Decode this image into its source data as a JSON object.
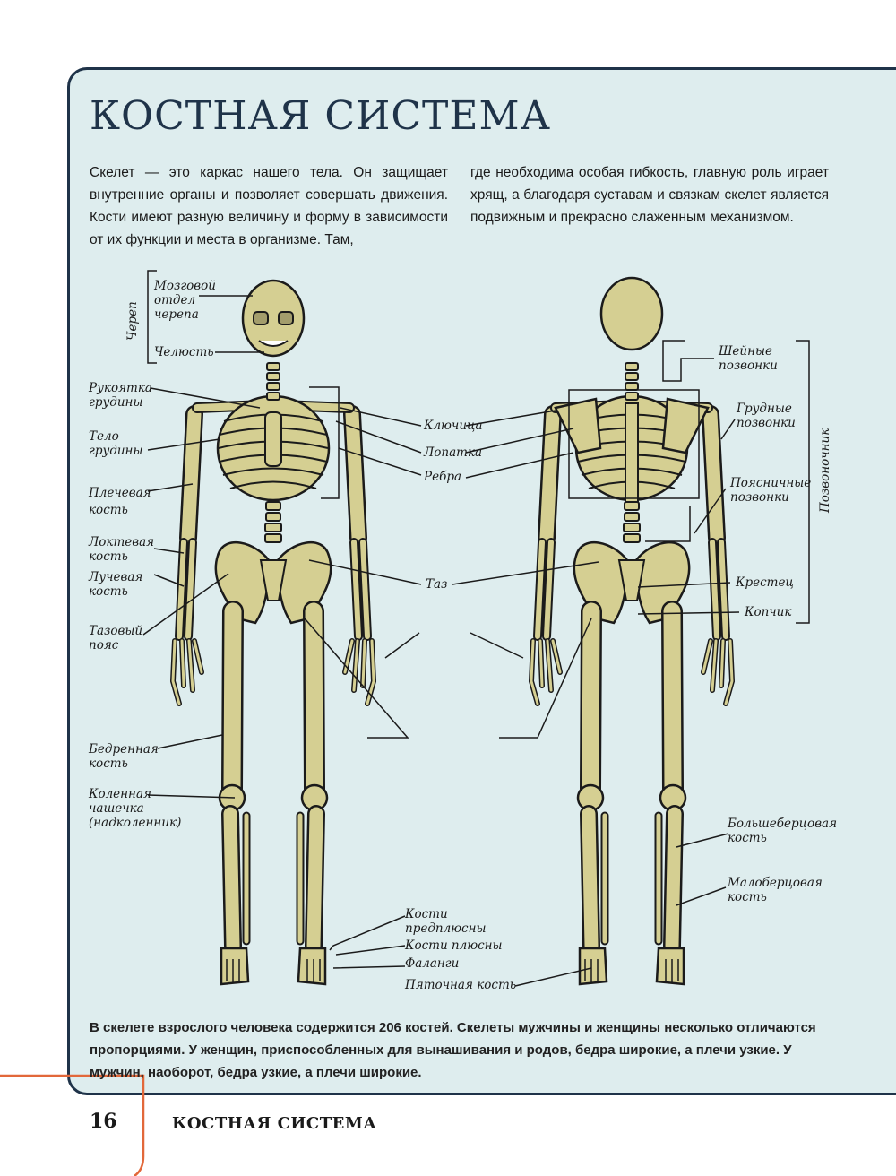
{
  "page": {
    "title": "КОСТНАЯ СИСТЕМА",
    "intro_left": "Скелет — это каркас нашего тела. Он защищает внутренние органы и позволяет совершать движения. Кости имеют разную величину и форму в зависимости от их функции и места в организме. Там,",
    "intro_right": "где необходима особая гибкость, главную роль играет хрящ, а благодаря суставам и связкам скелет является подвижным и прекрасно слаженным механизмом.",
    "bottom_text": "В скелете взрослого человека содержится 206 костей. Скелеты мужчины и женщины несколько отличаются пропорциями. У женщин, приспособленных для вынашивания и родов, бедра широкие, а плечи узкие. У мужчин, наоборот, бедра узкие, а плечи широкие.",
    "page_number": "16",
    "footer_title": "КОСТНАЯ СИСТЕМА"
  },
  "labels": {
    "skull_group": "Череп",
    "cranium": "Мозговой\nотдел\nчерепа",
    "jaw": "Челюсть",
    "manubrium": "Рукоятка\nгрудины",
    "sternum_body": "Тело\nгрудины",
    "humerus": "Плечевая\nкость",
    "ulna": "Локтевая\nкость",
    "radius": "Лучевая\nкость",
    "pelvic_girdle": "Тазовый\nпояс",
    "femur": "Бедренная\nкость",
    "patella": "Коленная\nчашечка\n(надколенник)",
    "clavicle": "Ключица",
    "scapula": "Лопатка",
    "ribs": "Ребра",
    "pelvis": "Таз",
    "tarsals": "Кости\nпредплюсны",
    "metatarsals": "Кости плюсны",
    "phalanges": "Фаланги",
    "calcaneus": "Пяточная кость",
    "cervical": "Шейные\nпозвонки",
    "thoracic": "Грудные\nпозвонки",
    "lumbar": "Поясничные\nпозвонки",
    "sacrum": "Крестец",
    "coccyx": "Копчик",
    "spine": "Позвоночник",
    "tibia": "Большеберцовая\nкость",
    "fibula": "Малоберцовая\nкость"
  },
  "colors": {
    "panel": "#deedee",
    "border": "#1f3349",
    "bone": "#d5cf92",
    "accent": "#e2683a"
  }
}
